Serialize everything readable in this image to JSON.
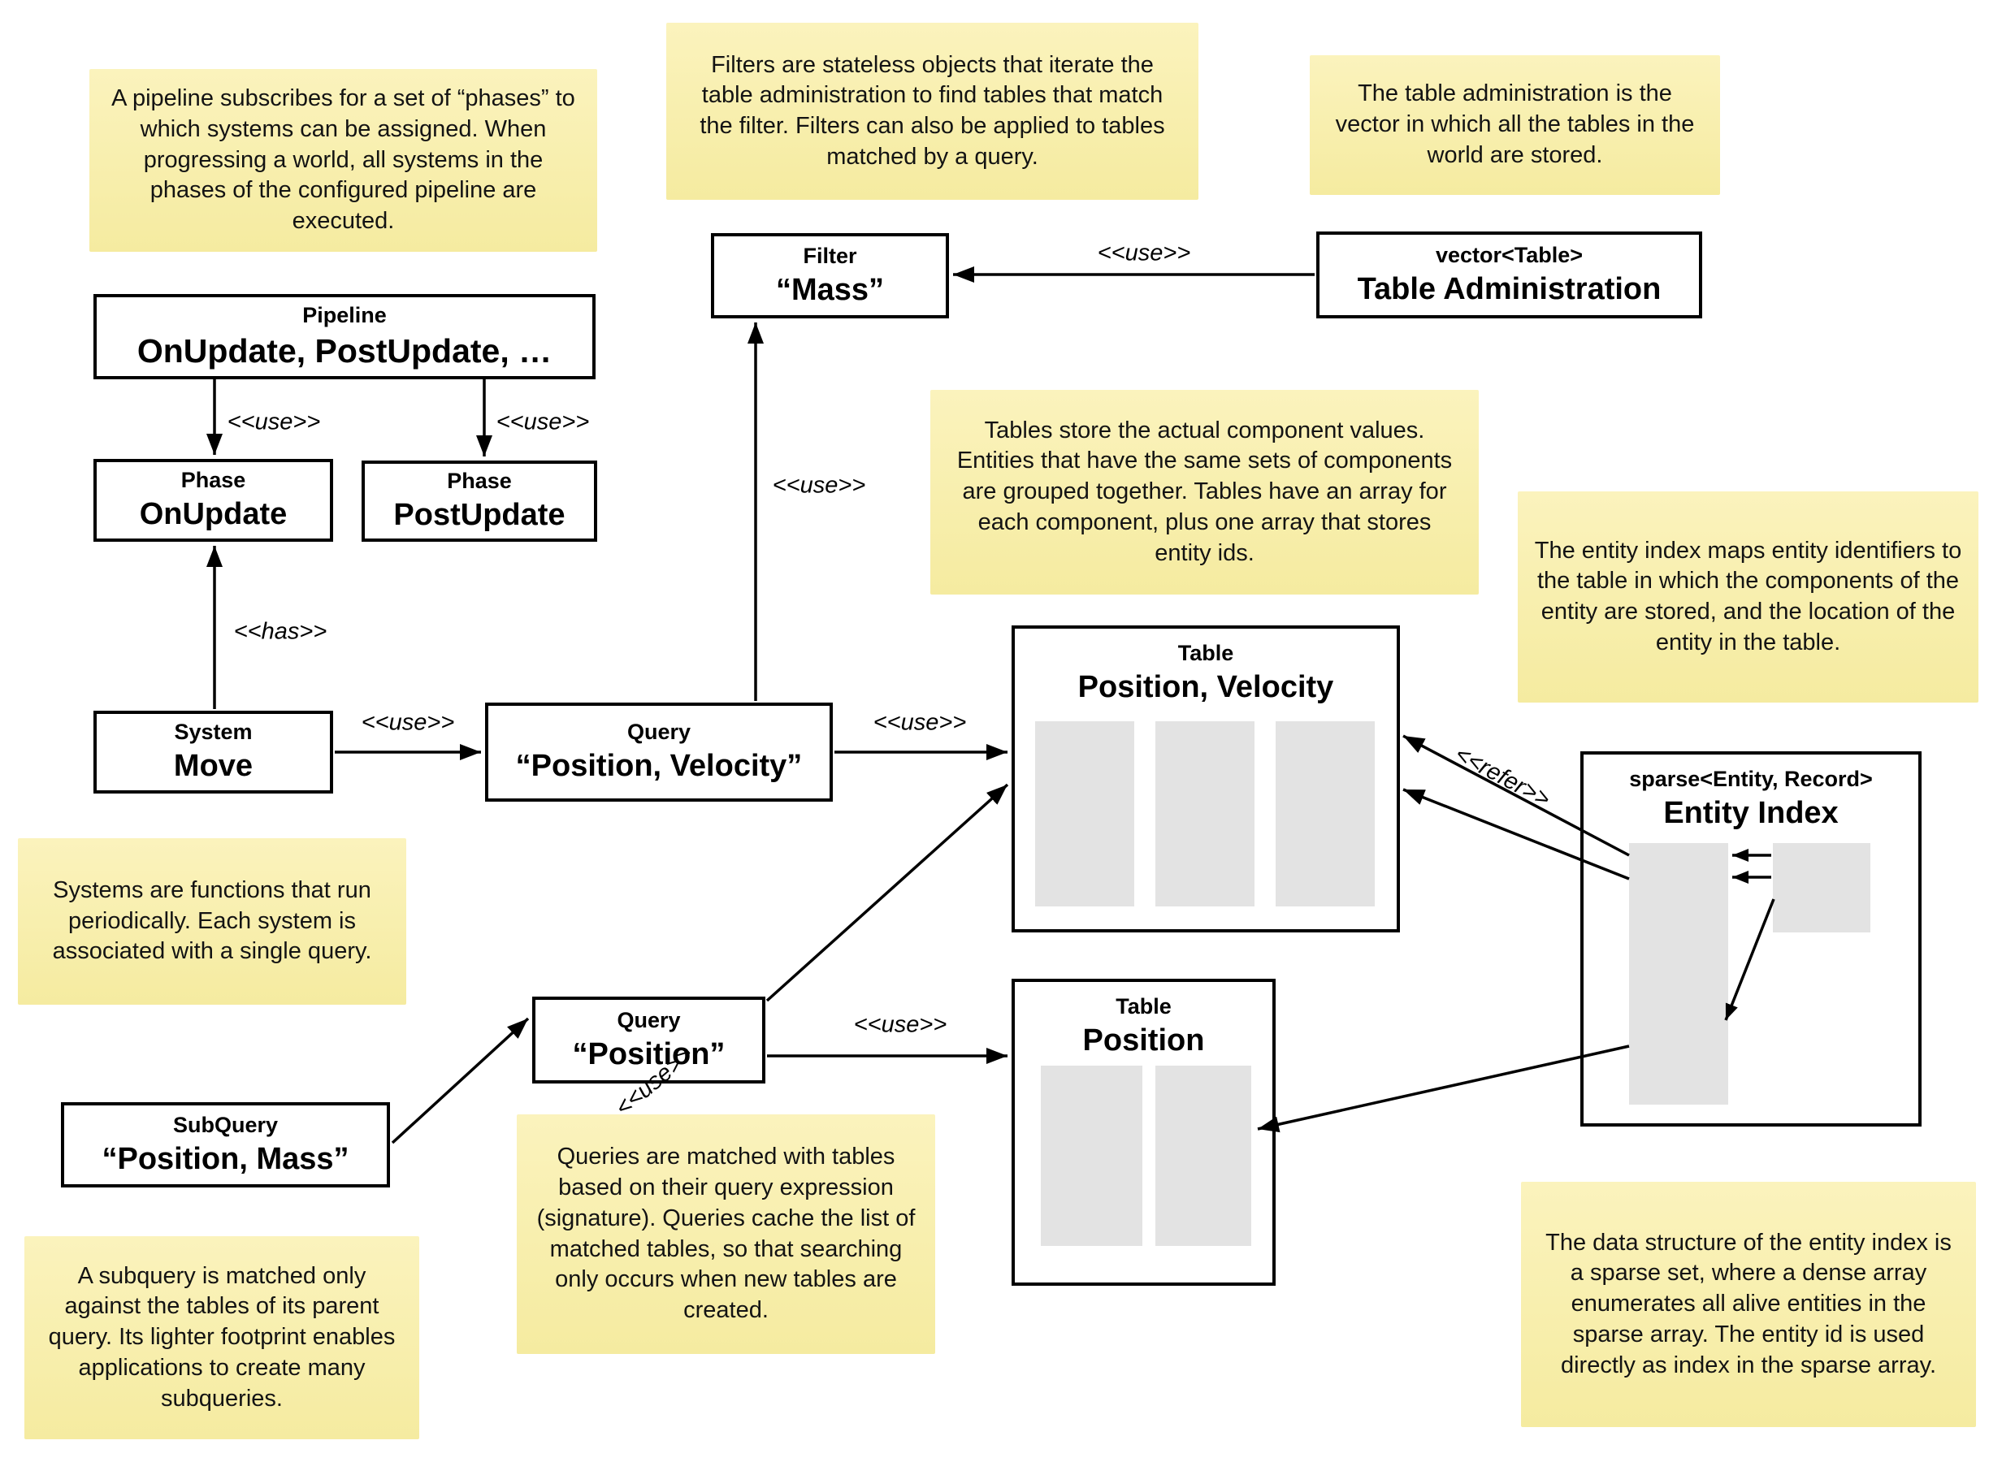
{
  "colors": {
    "canvas_bg": "#FFFFFF",
    "note_bg_top": "#FBF3BD",
    "note_bg_bottom": "#F5EBA0",
    "box_bg": "#FFFFFF",
    "box_border": "#000000",
    "array_slot_gray": "#E3E3E3",
    "arrow": "#000000"
  },
  "notes": [
    {
      "id": "pipeline",
      "text": "A pipeline subscribes for a set of “phases” to which systems can be assigned. When progressing a world, all systems in the phases of the configured pipeline are executed."
    },
    {
      "id": "filters",
      "text": "Filters are stateless objects that iterate the table administration to find tables that match the filter. Filters can also be applied to tables matched by a query."
    },
    {
      "id": "table-administration",
      "text": "The table administration is the vector in which all the tables in the world are stored."
    },
    {
      "id": "tables",
      "text": "Tables store the actual component values. Entities that have the same sets of components are grouped together. Tables have an array for each component, plus one array that stores entity ids."
    },
    {
      "id": "entity-index",
      "text": "The entity index maps entity identifiers to the table in which the components of the entity are stored, and the location of the entity in the table."
    },
    {
      "id": "systems",
      "text": "Systems are functions that run periodically. Each system is associated with a single query."
    },
    {
      "id": "queries",
      "text": "Queries are matched with tables based on their query expression (signature). Queries cache the list of matched tables, so that searching only occurs when new tables are created."
    },
    {
      "id": "subquery",
      "text": "A subquery is matched only against the tables of its parent query. Its lighter footprint enables applications to create many subqueries."
    },
    {
      "id": "sparse-set",
      "text": "The data structure of the entity index is a sparse set, where a dense array enumerates all alive entities in the sparse array. The entity id is used directly as index in the sparse array."
    }
  ],
  "boxes": [
    {
      "id": "pipeline",
      "stereotype": "Pipeline",
      "name": "OnUpdate, PostUpdate, …"
    },
    {
      "id": "phase-onupdate",
      "stereotype": "Phase",
      "name": "OnUpdate"
    },
    {
      "id": "phase-postupdate",
      "stereotype": "Phase",
      "name": "PostUpdate"
    },
    {
      "id": "system-move",
      "stereotype": "System",
      "name": "Move"
    },
    {
      "id": "query-position-velocity",
      "stereotype": "Query",
      "name": "“Position, Velocity”"
    },
    {
      "id": "filter-mass",
      "stereotype": "Filter",
      "name": "“Mass”"
    },
    {
      "id": "table-administration",
      "stereotype": "vector<Table>",
      "name": "Table Administration"
    },
    {
      "id": "query-position",
      "stereotype": "Query",
      "name": "“Position”"
    },
    {
      "id": "subquery-position-mass",
      "stereotype": "SubQuery",
      "name": "“Position, Mass”"
    },
    {
      "id": "table-position-velocity",
      "stereotype": "Table",
      "name": "Position, Velocity"
    },
    {
      "id": "table-position",
      "stereotype": "Table",
      "name": "Position"
    },
    {
      "id": "entity-index",
      "stereotype": "sparse<Entity, Record>",
      "name": "Entity Index"
    }
  ],
  "edge_labels": [
    {
      "id": "pipeline-to-onupdate",
      "text": "<<use>>"
    },
    {
      "id": "pipeline-to-postupdate",
      "text": "<<use>>"
    },
    {
      "id": "system-to-phase",
      "text": "<<has>>"
    },
    {
      "id": "system-to-query",
      "text": "<<use>>"
    },
    {
      "id": "query-to-filter",
      "text": "<<use>>"
    },
    {
      "id": "admin-to-filter",
      "text": "<<use>>"
    },
    {
      "id": "query-to-table",
      "text": "<<use>>"
    },
    {
      "id": "queryp-to-tablep",
      "text": "<<use>>"
    },
    {
      "id": "subquery-to-query",
      "text": "<<use>>"
    },
    {
      "id": "entityindex-to-table",
      "text": "<<refer>>"
    }
  ]
}
